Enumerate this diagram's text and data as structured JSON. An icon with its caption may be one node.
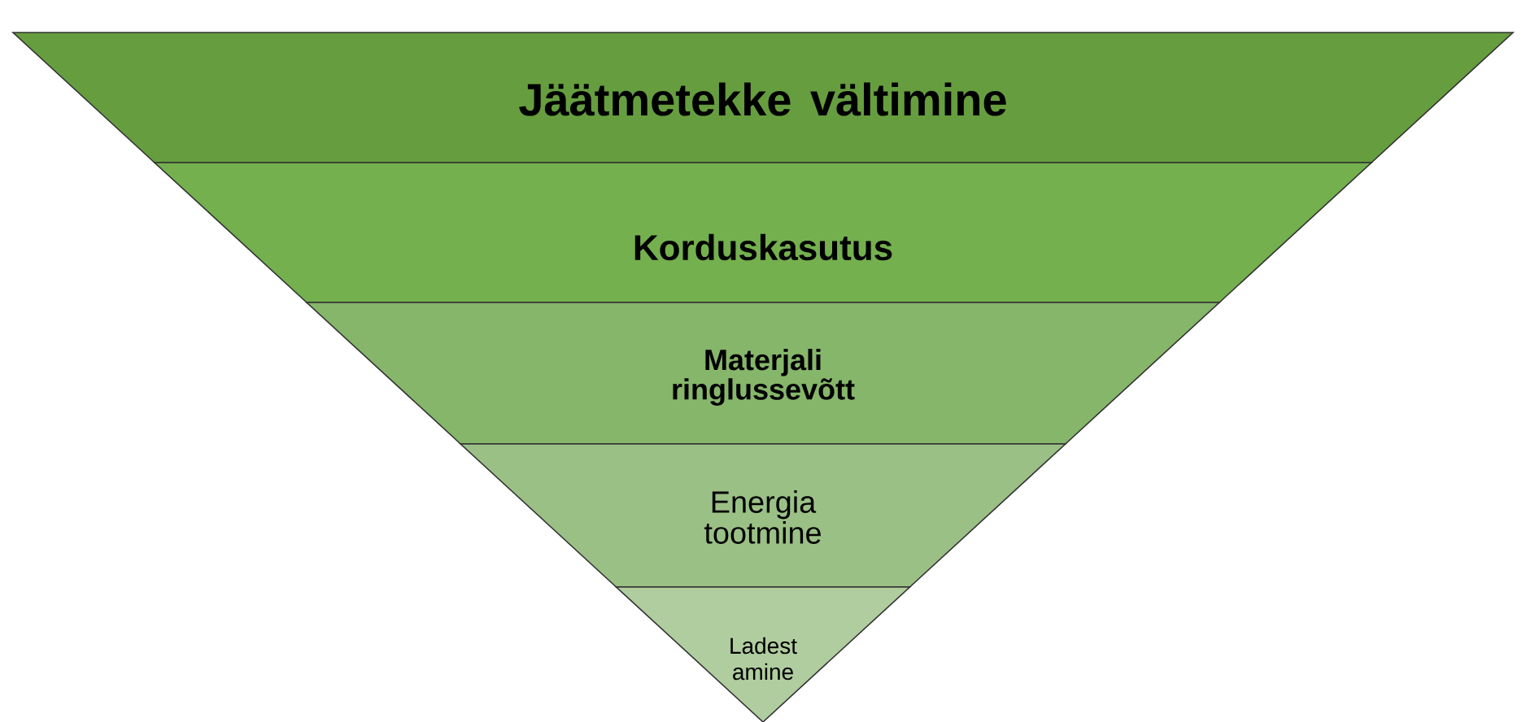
{
  "diagram": {
    "nodes": [
      {
        "text": [
          "Jäätmetekke vältimine"
        ]
      },
      {
        "text": [
          "Korduskasutus"
        ]
      },
      {
        "text": [
          "Materjali ringlussevõtt"
        ]
      },
      {
        "text": [
          "Energia tootmine"
        ]
      },
      {
        "text": [
          "Ladest amine"
        ]
      }
    ]
  }
}
